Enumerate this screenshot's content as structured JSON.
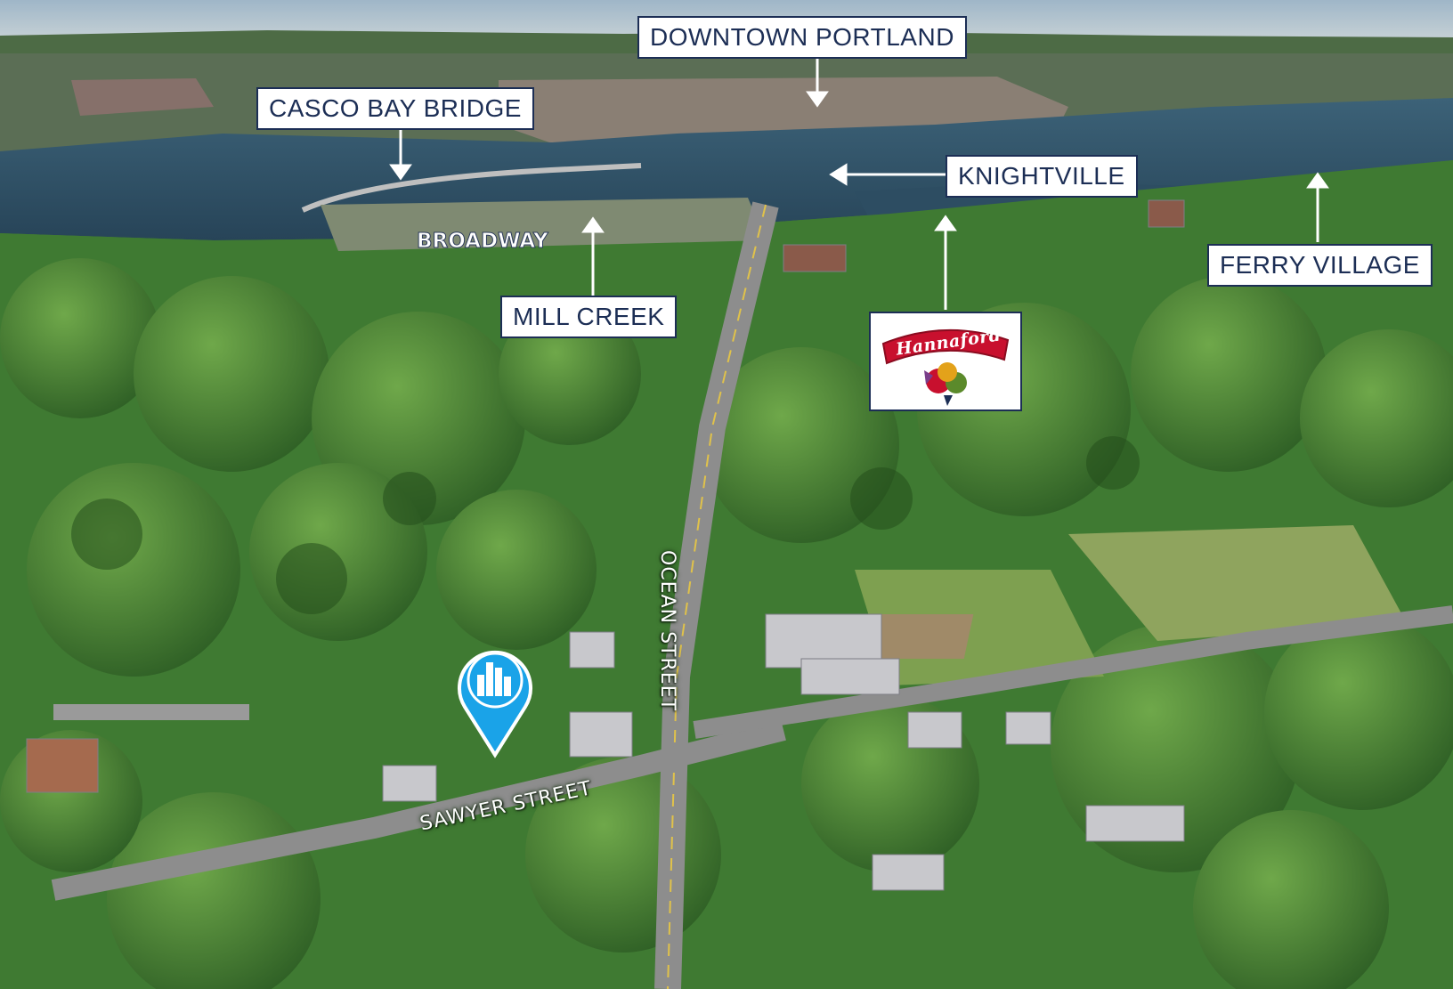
{
  "callouts": {
    "downtown_portland": "DOWNTOWN PORTLAND",
    "casco_bay_bridge": "CASCO BAY BRIDGE",
    "knightville": "KNIGHTVILLE",
    "mill_creek": "MILL CREEK",
    "ferry_village": "FERRY VILLAGE"
  },
  "streets": {
    "broadway": "BROADWAY",
    "ocean_street": "OCEAN STREET",
    "sawyer_street": "SAWYER STREET"
  },
  "logo": {
    "brand": "Hannaford",
    "colors": {
      "red": "#c8102e",
      "navy": "#1c2e55"
    }
  },
  "pin": {
    "icon": "city-buildings-icon",
    "color": "#1aa3e8"
  },
  "colors": {
    "label_border": "#1c2e55",
    "water": "#2f4f66",
    "foliage": "#3f7a32"
  }
}
